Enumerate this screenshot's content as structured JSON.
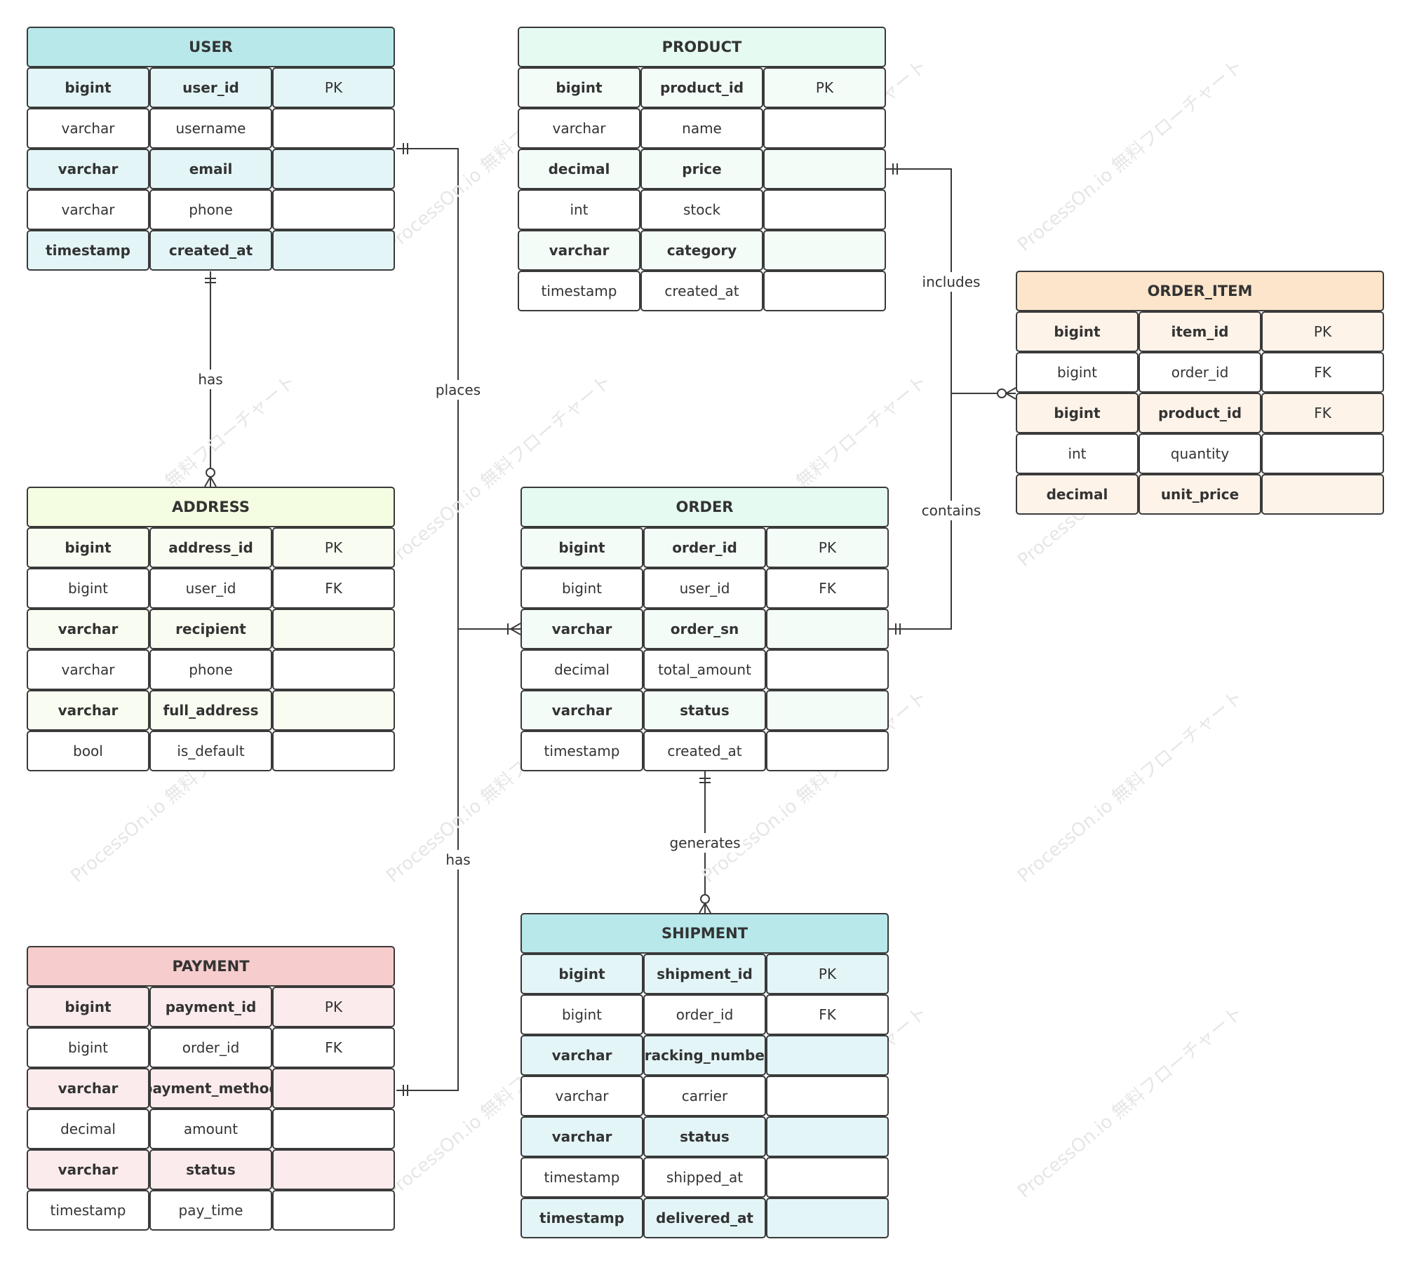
{
  "watermark_text": "ProcessOn.io 無料フローチャート",
  "colors": {
    "line": "#3a3a3a",
    "border": "#3a3a3a"
  },
  "entities": [
    {
      "id": "user",
      "name": "USER",
      "header_color": "#b8e8ea",
      "alt_color": "#e3f5f7",
      "rows": [
        {
          "type": "bigint",
          "field": "user_id",
          "key": "PK"
        },
        {
          "type": "varchar",
          "field": "username",
          "key": ""
        },
        {
          "type": "varchar",
          "field": "email",
          "key": ""
        },
        {
          "type": "varchar",
          "field": "phone",
          "key": ""
        },
        {
          "type": "timestamp",
          "field": "created_at",
          "key": ""
        }
      ]
    },
    {
      "id": "product",
      "name": "PRODUCT",
      "header_color": "#e5fbf1",
      "alt_color": "#f4fcf8",
      "rows": [
        {
          "type": "bigint",
          "field": "product_id",
          "key": "PK"
        },
        {
          "type": "varchar",
          "field": "name",
          "key": ""
        },
        {
          "type": "decimal",
          "field": "price",
          "key": ""
        },
        {
          "type": "int",
          "field": "stock",
          "key": ""
        },
        {
          "type": "varchar",
          "field": "category",
          "key": ""
        },
        {
          "type": "timestamp",
          "field": "created_at",
          "key": ""
        }
      ]
    },
    {
      "id": "order_item",
      "name": "ORDER_ITEM",
      "header_color": "#fde5cc",
      "alt_color": "#fef3e9",
      "rows": [
        {
          "type": "bigint",
          "field": "item_id",
          "key": "PK"
        },
        {
          "type": "bigint",
          "field": "order_id",
          "key": "FK"
        },
        {
          "type": "bigint",
          "field": "product_id",
          "key": "FK"
        },
        {
          "type": "int",
          "field": "quantity",
          "key": ""
        },
        {
          "type": "decimal",
          "field": "unit_price",
          "key": ""
        }
      ]
    },
    {
      "id": "address",
      "name": "ADDRESS",
      "header_color": "#f4fde1",
      "alt_color": "#f9fdf1",
      "rows": [
        {
          "type": "bigint",
          "field": "address_id",
          "key": "PK"
        },
        {
          "type": "bigint",
          "field": "user_id",
          "key": "FK"
        },
        {
          "type": "varchar",
          "field": "recipient",
          "key": ""
        },
        {
          "type": "varchar",
          "field": "phone",
          "key": ""
        },
        {
          "type": "varchar",
          "field": "full_address",
          "key": ""
        },
        {
          "type": "bool",
          "field": "is_default",
          "key": ""
        }
      ]
    },
    {
      "id": "order",
      "name": "ORDER",
      "header_color": "#e5fbf1",
      "alt_color": "#f4fcf8",
      "rows": [
        {
          "type": "bigint",
          "field": "order_id",
          "key": "PK"
        },
        {
          "type": "bigint",
          "field": "user_id",
          "key": "FK"
        },
        {
          "type": "varchar",
          "field": "order_sn",
          "key": ""
        },
        {
          "type": "decimal",
          "field": "total_amount",
          "key": ""
        },
        {
          "type": "varchar",
          "field": "status",
          "key": ""
        },
        {
          "type": "timestamp",
          "field": "created_at",
          "key": ""
        }
      ]
    },
    {
      "id": "payment",
      "name": "PAYMENT",
      "header_color": "#f6cccc",
      "alt_color": "#fcebec",
      "rows": [
        {
          "type": "bigint",
          "field": "payment_id",
          "key": "PK"
        },
        {
          "type": "bigint",
          "field": "order_id",
          "key": "FK"
        },
        {
          "type": "varchar",
          "field": "payment_method",
          "key": ""
        },
        {
          "type": "decimal",
          "field": "amount",
          "key": ""
        },
        {
          "type": "varchar",
          "field": "status",
          "key": ""
        },
        {
          "type": "timestamp",
          "field": "pay_time",
          "key": ""
        }
      ]
    },
    {
      "id": "shipment",
      "name": "SHIPMENT",
      "header_color": "#b8e8ea",
      "alt_color": "#e3f5f7",
      "rows": [
        {
          "type": "bigint",
          "field": "shipment_id",
          "key": "PK"
        },
        {
          "type": "bigint",
          "field": "order_id",
          "key": "FK"
        },
        {
          "type": "varchar",
          "field": "tracking_number",
          "key": ""
        },
        {
          "type": "varchar",
          "field": "carrier",
          "key": ""
        },
        {
          "type": "varchar",
          "field": "status",
          "key": ""
        },
        {
          "type": "timestamp",
          "field": "shipped_at",
          "key": ""
        },
        {
          "type": "timestamp",
          "field": "delivered_at",
          "key": ""
        }
      ]
    }
  ],
  "relationships": [
    {
      "id": "user-address",
      "label": "has",
      "from": "user",
      "from_cardinality": "one",
      "to": "address",
      "to_cardinality": "zero-or-many"
    },
    {
      "id": "user-order",
      "label": "places",
      "from": "user",
      "from_cardinality": "one",
      "to": "order",
      "to_cardinality": "one-or-many"
    },
    {
      "id": "order-payment",
      "label": "has",
      "from": "order",
      "from_cardinality": "one-or-many",
      "to": "payment",
      "to_cardinality": "one"
    },
    {
      "id": "product-order_item",
      "label": "includes",
      "from": "product",
      "from_cardinality": "one",
      "to": "order_item",
      "to_cardinality": "zero-or-many"
    },
    {
      "id": "order-order_item",
      "label": "contains",
      "from": "order",
      "from_cardinality": "one",
      "to": "order_item",
      "to_cardinality": "zero-or-many"
    },
    {
      "id": "order-shipment",
      "label": "generates",
      "from": "order",
      "from_cardinality": "one",
      "to": "shipment",
      "to_cardinality": "zero-or-many"
    }
  ]
}
